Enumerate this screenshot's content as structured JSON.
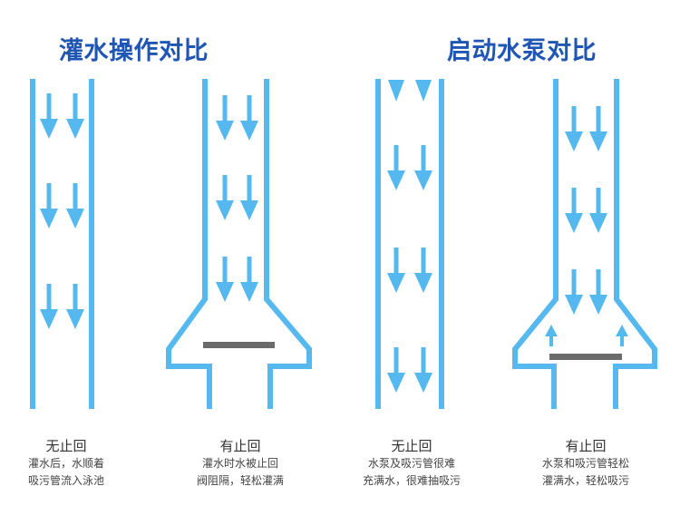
{
  "titles": {
    "left": "灌水操作对比",
    "right": "启动水泵对比"
  },
  "colors": {
    "pipe": "#55b8ee",
    "title": "#1f56b4",
    "valve": "#6b6b6b"
  },
  "panels": [
    {
      "heading": "无止回",
      "line1": "灌水后，水顺着",
      "line2": "吸污管流入泳池"
    },
    {
      "heading": "有止回",
      "line1": "灌水时水被止回",
      "line2": "阀阻隔，轻松灌满"
    },
    {
      "heading": "无止回",
      "line1": "水泵及吸污管很难",
      "line2": "充满水，很难抽吸污"
    },
    {
      "heading": "有止回",
      "line1": "水泵和吸污管轻松",
      "line2": "灌满水，轻松吸污"
    }
  ]
}
